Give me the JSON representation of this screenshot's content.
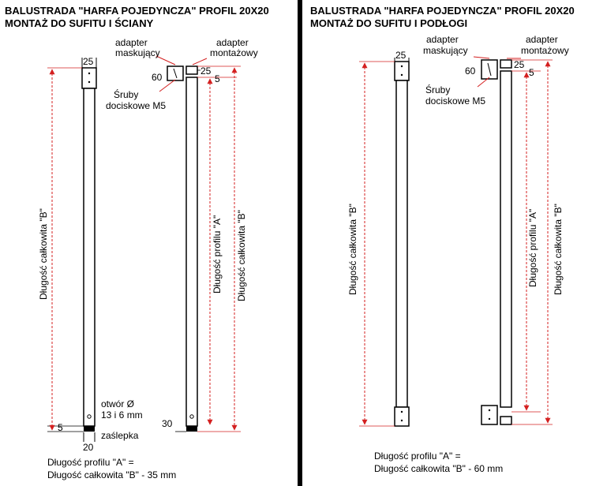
{
  "left": {
    "title1": "BALUSTRADA \"HARFA POJEDYNCZA\" PROFIL 20X20",
    "title2": "MONTAŻ DO SUFITU I ŚCIANY",
    "dim_25_a": "25",
    "dim_60": "60",
    "dim_25_b": "25",
    "dim_5_top": "5",
    "label_adapter_m1": "adapter",
    "label_adapter_m2": "maskujący",
    "label_adapter_t1": "adapter",
    "label_adapter_t2": "montażowy",
    "label_sruby1": "Śruby",
    "label_sruby2": "dociskowe M5",
    "vlabel_b1": "Długość całkowita \"B\"",
    "vlabel_a": "Długość profilu \"A\"",
    "vlabel_b2": "Długość całkowita \"B\"",
    "label_otwor1": "otwór Ø",
    "label_otwor2": "13 i 6 mm",
    "dim_5_bottom": "5",
    "label_zaslepka": "zaślepka",
    "dim_20": "20",
    "dim_30": "30",
    "formula1": "Długość profilu \"A\" =",
    "formula2": "Długość całkowita \"B\" - 35 mm"
  },
  "right": {
    "title1": "BALUSTRADA \"HARFA POJEDYNCZA\" PROFIL 20X20",
    "title2": "MONTAŻ DO SUFITU I PODŁOGI",
    "dim_25_a": "25",
    "dim_60": "60",
    "dim_25_b": "25",
    "dim_5": "5",
    "label_adapter_m1": "adapter",
    "label_adapter_m2": "maskujący",
    "label_adapter_t1": "adapter",
    "label_adapter_t2": "montażowy",
    "label_sruby1": "Śruby",
    "label_sruby2": "dociskowe M5",
    "vlabel_b1": "Długość całkowita \"B\"",
    "vlabel_a": "Długość profilu \"A\"",
    "vlabel_b2": "Długość całkowita \"B\"",
    "formula1": "Długość profilu \"A\" =",
    "formula2": "Długość całkowita \"B\" - 60 mm"
  },
  "colors": {
    "dimension": "#d42020",
    "line": "#000000",
    "background": "#ffffff",
    "separator": "#000000"
  }
}
